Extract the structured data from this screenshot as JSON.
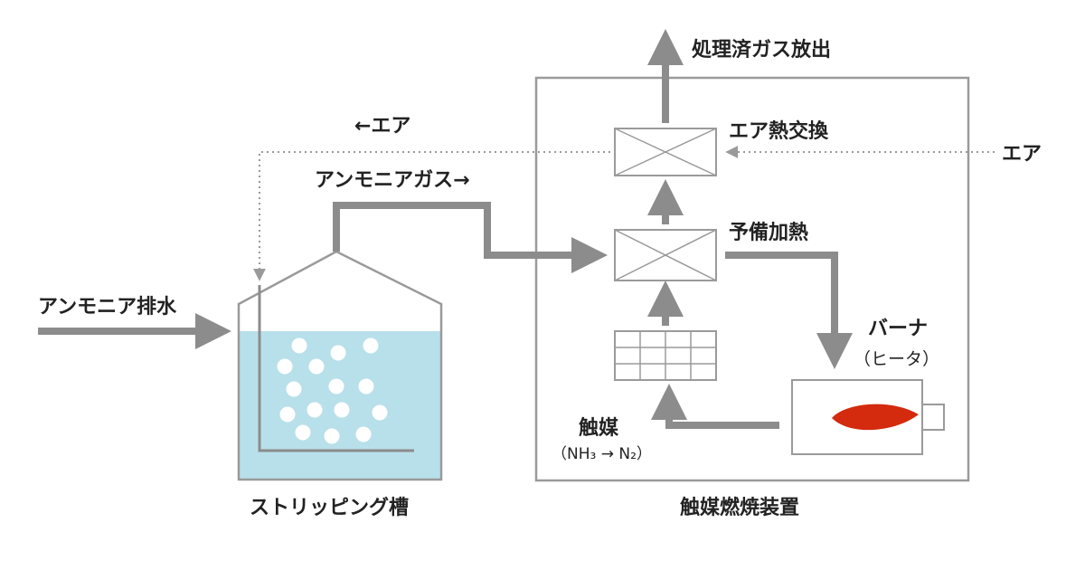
{
  "labels": {
    "treated_gas_release": "処理済ガス放出",
    "air_return": "←エア",
    "ammonia_gas": "アンモニアガス→",
    "air_heat_exchange": "エア熱交換",
    "air_in": "エア",
    "preheat": "予備加熱",
    "ammonia_wastewater": "アンモニア排水",
    "burner": "バーナ",
    "heater": "（ヒータ）",
    "catalyst": "触媒",
    "catalyst_reaction": "（NH₃ → N₂）",
    "stripping_tank": "ストリッピング槽",
    "catalytic_combustion_unit": "触媒燃焼装置"
  },
  "colors": {
    "arrow": "#8c8c8c",
    "box_stroke": "#9a9a9a",
    "water": "#b8e0ea",
    "bubble": "#ffffff",
    "flame": "#d42a0e",
    "dotted_line": "#9a9a9a",
    "text": "#222222"
  },
  "icons": {
    "heat_exchanger": "cross-box-icon",
    "catalyst_grid": "grid-icon",
    "burner_flame": "flame-icon"
  }
}
